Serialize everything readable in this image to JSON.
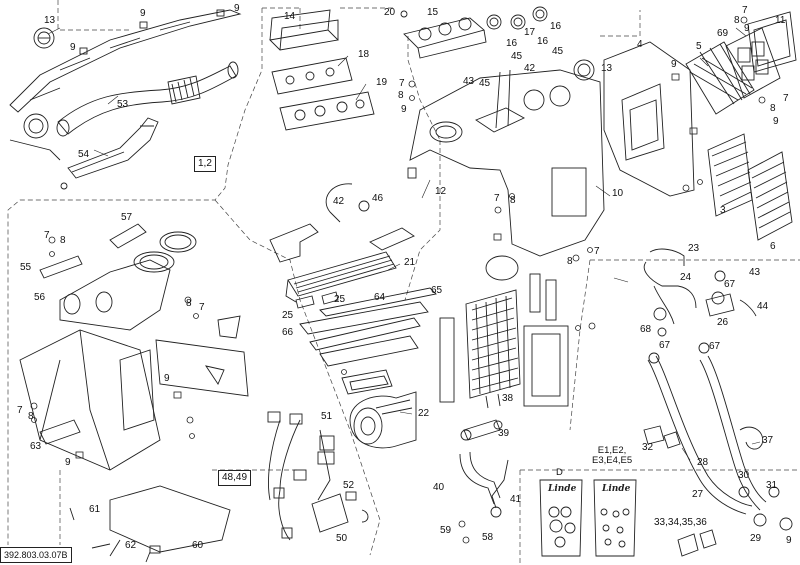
{
  "drawing_number": "392.803.03.07B",
  "callout_12": "1,2",
  "callout_48": "48,49",
  "kit_d": "D",
  "kit_e": "E1,E2,\nE3,E4,E5",
  "kit_brand": "Linde",
  "callouts": {
    "c13a": "13",
    "c9a": "9",
    "c9b": "9",
    "c9c": "9",
    "c53": "53",
    "c54": "54",
    "c14": "14",
    "c18": "18",
    "c19": "19",
    "c7a": "7",
    "c8a": "8",
    "c9d": "9",
    "c20": "20",
    "c15": "15",
    "c16a": "16",
    "c17": "17",
    "c16b": "16",
    "c16c": "16",
    "c45a": "45",
    "c45b": "45",
    "c42a": "42",
    "c43a": "43",
    "c45c": "45",
    "c13b": "13",
    "c4": "4",
    "c5": "5",
    "c69": "69",
    "c8b": "8",
    "c7b": "7",
    "c9e": "9",
    "c11": "11",
    "c7c": "7",
    "c8c": "8",
    "c9f": "9",
    "c9g": "9",
    "c12": "12",
    "c10": "10",
    "c7d": "7",
    "c8d": "8",
    "c8e": "8",
    "c7e": "7",
    "c3": "3",
    "c6": "6",
    "c46": "46",
    "c42b": "42",
    "c57": "57",
    "c7f": "7",
    "c8f": "8",
    "c55": "55",
    "c56": "56",
    "c21": "21",
    "c25a": "25",
    "c25b": "25",
    "c64": "64",
    "c65": "65",
    "c66": "66",
    "c8g": "8",
    "c7g": "7",
    "c23": "23",
    "c24": "24",
    "c67a": "67",
    "c43b": "43",
    "c44": "44",
    "c26": "26",
    "c68": "68",
    "c67b": "67",
    "c67c": "67",
    "c38": "38",
    "c22": "22",
    "c39": "39",
    "c37": "37",
    "c32": "32",
    "c28": "28",
    "c7h": "7",
    "c8h": "8",
    "c9h": "9",
    "c63": "63",
    "c9i": "9",
    "c51": "51",
    "c52": "52",
    "c50": "50",
    "c40": "40",
    "c41": "41",
    "c30": "30",
    "c31": "31",
    "c27": "27",
    "c33": "33,34,35,36",
    "c29": "29",
    "c59": "59",
    "c58": "58",
    "c61": "61",
    "c62": "62",
    "c60": "60",
    "c9j": "9"
  }
}
